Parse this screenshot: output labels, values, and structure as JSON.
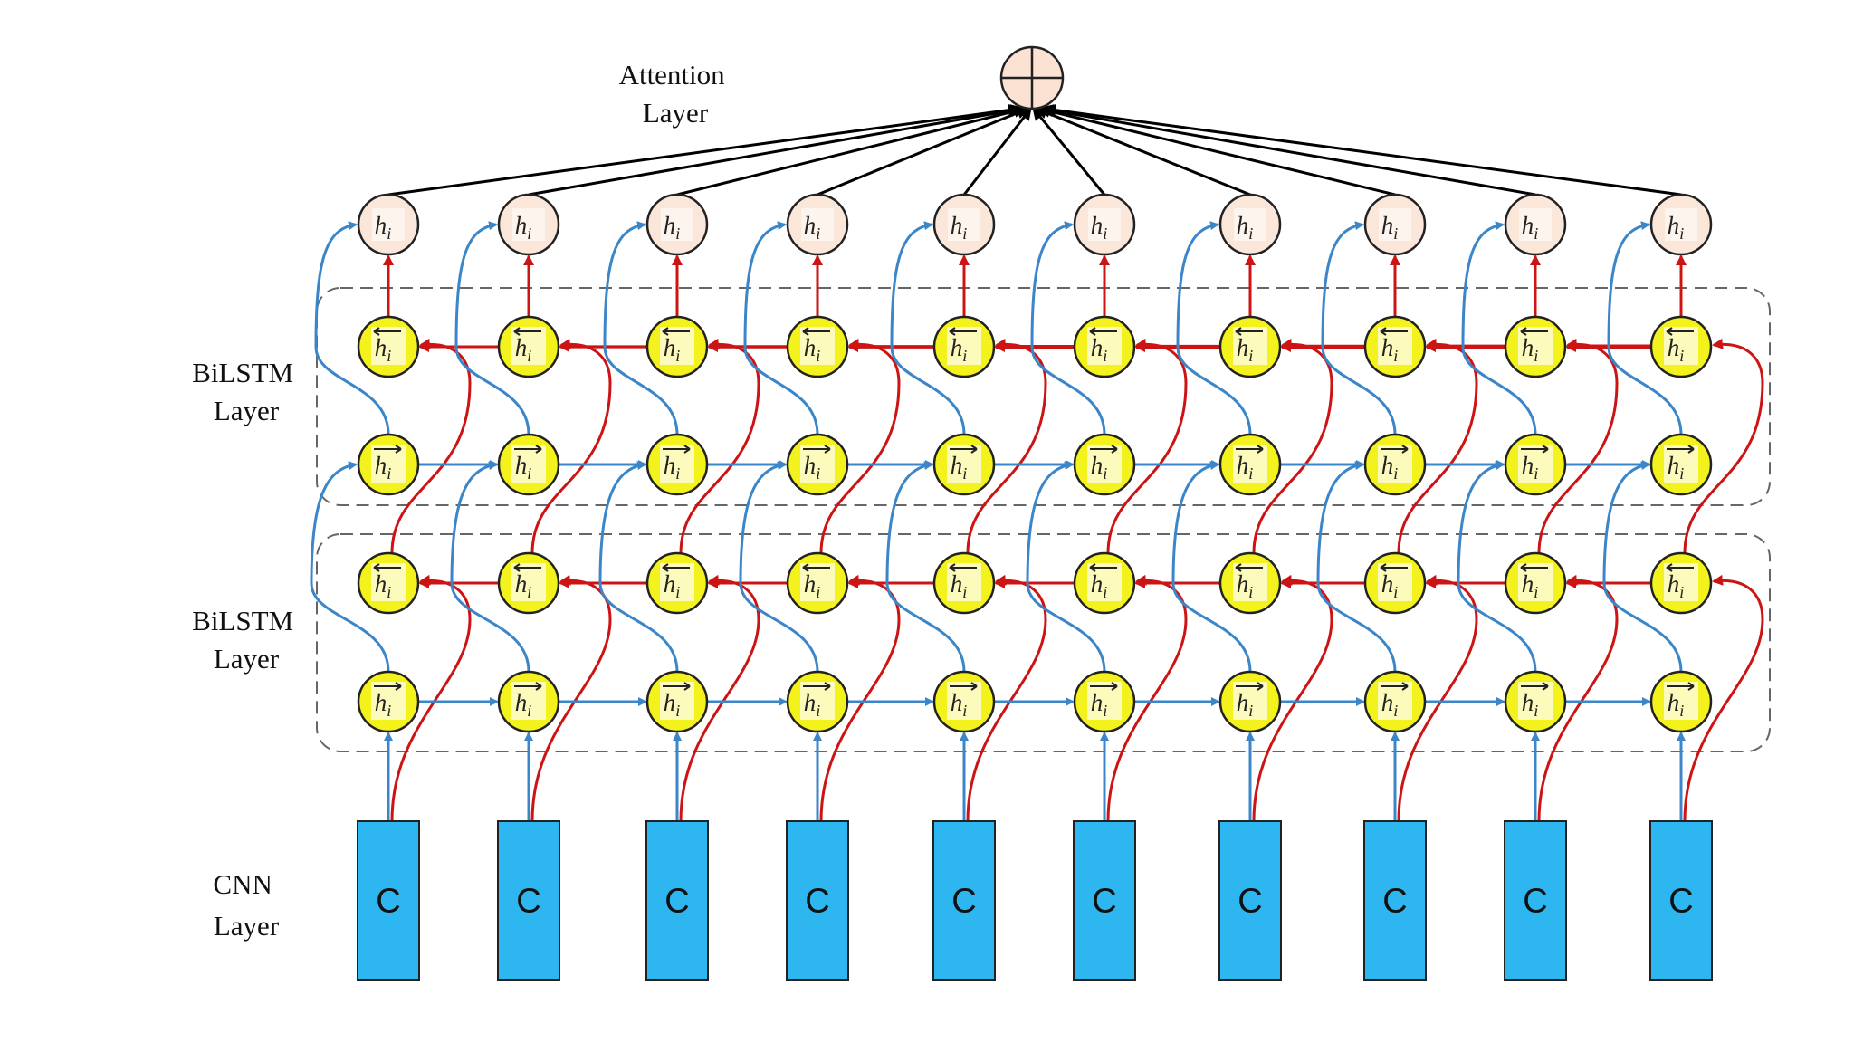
{
  "labels": {
    "attention": [
      "Attention",
      "Layer"
    ],
    "bilstm_top": [
      "BiLSTM",
      "Layer"
    ],
    "bilstm_bottom": [
      "BiLSTM",
      "Layer"
    ],
    "cnn": [
      "CNN",
      "Layer"
    ]
  },
  "cnn_cell_label": "C",
  "hidden_label": "h",
  "hidden_subscript": "i",
  "backward_label": "h",
  "backward_subscript": "i",
  "forward_label": "h",
  "forward_subscript": "i",
  "timesteps": 10,
  "colors": {
    "attention_node_fill": "#fbe2d2",
    "hidden_node_fill": "#fbe7da",
    "lstm_node_fill": "#f3f21c",
    "cnn_cell_fill": "#2eb6f0",
    "forward_arrow": "#3b86c8",
    "backward_arrow": "#cc1414",
    "attention_arrow": "#000000",
    "group_border": "#666666"
  }
}
